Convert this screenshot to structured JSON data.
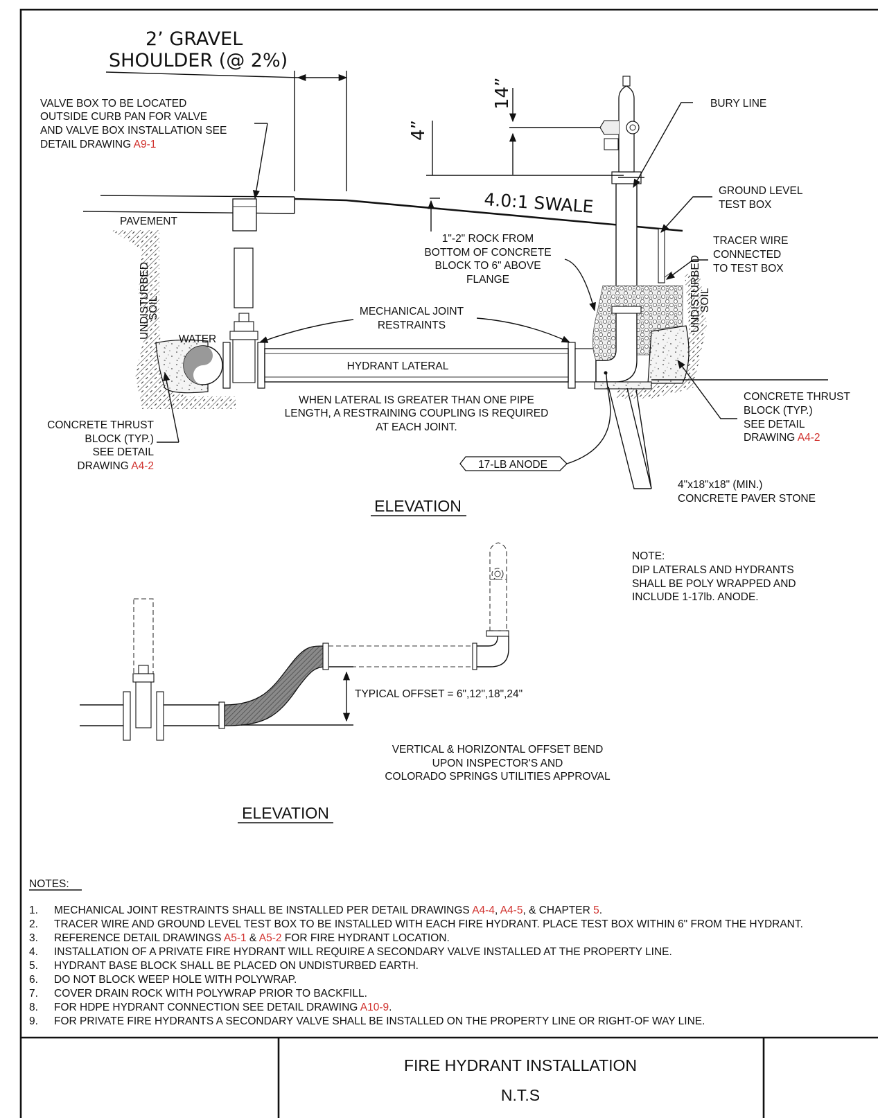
{
  "upper": {
    "gravel_shoulder_1": "2’ GRAVEL",
    "gravel_shoulder_2": "SHOULDER (@ 2%)",
    "valve_box_1": "VALVE BOX TO BE LOCATED",
    "valve_box_2": "OUTSIDE CURB PAN FOR VALVE",
    "valve_box_3": "AND VALVE BOX INSTALLATION SEE",
    "valve_box_4": "DETAIL DRAWING ",
    "valve_box_ref": "A9-1",
    "dim_14": "14”",
    "dim_4": "4”",
    "bury_line": "BURY LINE",
    "ground_test_1": "GROUND LEVEL",
    "ground_test_2": "TEST BOX",
    "swale": "4.0:1  SWALE",
    "pavement": "PAVEMENT",
    "rock_1": "1\"-2\" ROCK FROM",
    "rock_2": "BOTTOM OF CONCRETE",
    "rock_3": "BLOCK TO 6\" ABOVE",
    "rock_4": "FLANGE",
    "tracer_1": "TRACER WIRE",
    "tracer_2": "CONNECTED",
    "tracer_3": "TO TEST BOX",
    "undisturbed_1": "UNDISTURBED",
    "undisturbed_2": "SOIL",
    "mj_1": "MECHANICAL JOINT",
    "mj_2": "RESTRAINTS",
    "water": "WATER",
    "hydrant_lateral": "HYDRANT LATERAL",
    "lateral_note_1": "WHEN LATERAL IS GREATER THAN ONE PIPE",
    "lateral_note_2": "LENGTH, A RESTRAINING COUPLING IS REQUIRED",
    "lateral_note_3": "AT EACH JOINT.",
    "thrust_left_1": "CONCRETE THRUST",
    "thrust_left_2": "BLOCK (TYP.)",
    "thrust_left_3": "SEE DETAIL",
    "thrust_left_4": "DRAWING ",
    "thrust_left_ref": "A4-2",
    "thrust_right_1": "CONCRETE THRUST",
    "thrust_right_2": "BLOCK (TYP.)",
    "thrust_right_3": "SEE DETAIL",
    "thrust_right_4": "DRAWING ",
    "thrust_right_ref": "A4-2",
    "anode": "17-LB ANODE",
    "paver_1": "4\"x18\"x18\" (MIN.)",
    "paver_2": "CONCRETE PAVER STONE",
    "elevation": "ELEVATION"
  },
  "lower": {
    "note_1": "NOTE:",
    "note_2": "DIP LATERALS AND HYDRANTS",
    "note_3": "SHALL BE POLY WRAPPED AND",
    "note_4": "INCLUDE 1-17lb. ANODE.",
    "offset": "TYPICAL OFFSET = 6\",12\",18\",24\"",
    "bend_1": "VERTICAL & HORIZONTAL OFFSET BEND",
    "bend_2": "UPON INSPECTOR'S AND",
    "bend_3": "COLORADO SPRINGS UTILITIES APPROVAL",
    "elevation": "ELEVATION"
  },
  "notes": {
    "heading": "NOTES:",
    "n1_num": "1.",
    "n1_a": "MECHANICAL JOINT RESTRAINTS SHALL BE INSTALLED PER DETAIL DRAWINGS ",
    "n1_r1": "A4-4",
    "n1_b": ", ",
    "n1_r2": "A4-5",
    "n1_c": ", & CHAPTER ",
    "n1_r3": "5",
    "n1_d": ".",
    "n2_num": "2.",
    "n2": "TRACER WIRE AND GROUND LEVEL TEST BOX TO BE INSTALLED WITH EACH FIRE HYDRANT. PLACE TEST BOX WITHIN 6\" FROM THE HYDRANT.",
    "n3_num": "3.",
    "n3_a": "REFERENCE DETAIL DRAWINGS ",
    "n3_r1": "A5-1",
    "n3_b": " & ",
    "n3_r2": "A5-2",
    "n3_c": " FOR FIRE HYDRANT LOCATION.",
    "n4_num": "4.",
    "n4": "INSTALLATION OF A PRIVATE FIRE HYDRANT WILL REQUIRE A SECONDARY VALVE INSTALLED AT THE PROPERTY LINE.",
    "n5_num": "5.",
    "n5": "HYDRANT BASE BLOCK SHALL BE PLACED ON UNDISTURBED EARTH.",
    "n6_num": "6.",
    "n6": "DO NOT BLOCK WEEP HOLE WITH POLYWRAP.",
    "n7_num": "7.",
    "n7": "COVER DRAIN ROCK WITH POLYWRAP PRIOR TO BACKFILL.",
    "n8_num": "8.",
    "n8_a": "FOR HDPE HYDRANT CONNECTION SEE DETAIL DRAWING ",
    "n8_r": "A10-9",
    "n8_b": ".",
    "n9_num": "9.",
    "n9": "FOR PRIVATE FIRE HYDRANTS A SECONDARY VALVE SHALL BE INSTALLED ON THE PROPERTY LINE OR RIGHT-OF WAY LINE."
  },
  "title_block": {
    "title": "FIRE HYDRANT INSTALLATION",
    "scale": "N.T.S"
  },
  "colors": {
    "reference": "#d0312d",
    "line": "#111111"
  }
}
